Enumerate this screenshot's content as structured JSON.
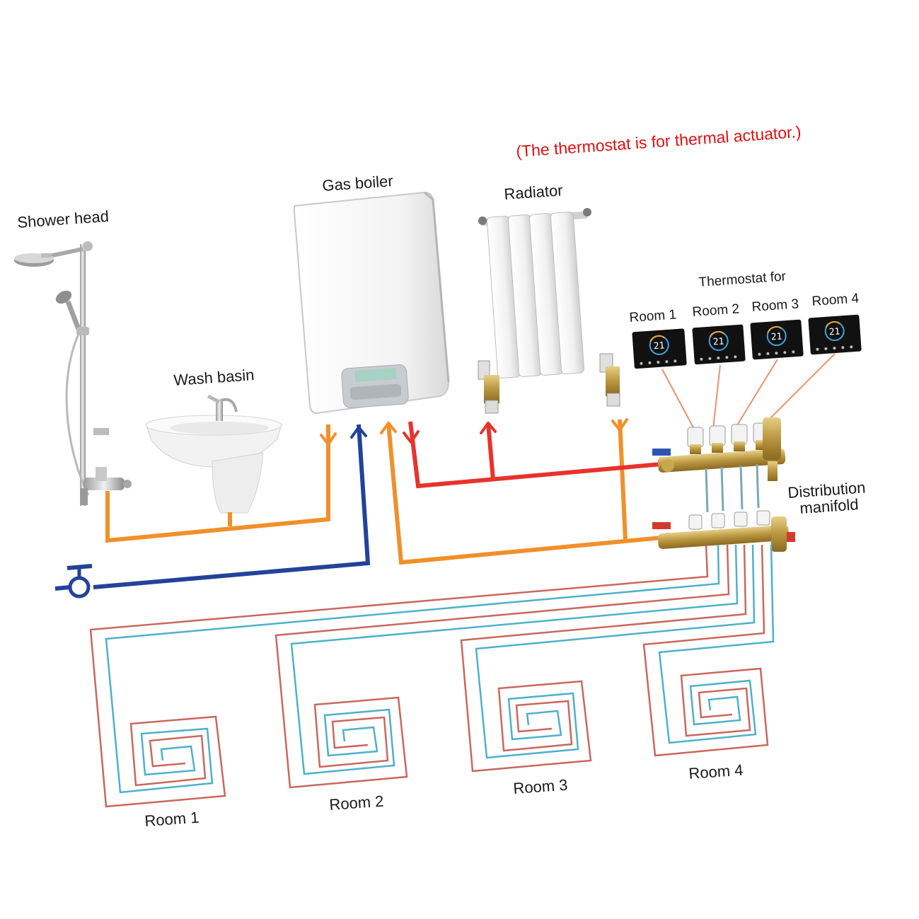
{
  "note": "(The thermostat is for thermal actuator.)",
  "labels": {
    "shower_head": "Shower head",
    "wash_basin": "Wash basin",
    "gas_boiler": "Gas boiler",
    "radiator": "Radiator",
    "thermostat_for": "Thermostat for",
    "distribution_line1": "Distribution",
    "distribution_line2": "manifold"
  },
  "thermostats": [
    {
      "label": "Room 1",
      "display": "21"
    },
    {
      "label": "Room 2",
      "display": "21"
    },
    {
      "label": "Room 3",
      "display": "21"
    },
    {
      "label": "Room 4",
      "display": "21"
    }
  ],
  "rooms": [
    "Room 1",
    "Room 2",
    "Room 3",
    "Room 4"
  ],
  "colors": {
    "hot_supply": "#e8322c",
    "hot_water": "#f0902a",
    "cold_water": "#23429a",
    "floor_hot": "#c9685e",
    "floor_cold": "#4eb1c9",
    "note": "#e01010"
  }
}
